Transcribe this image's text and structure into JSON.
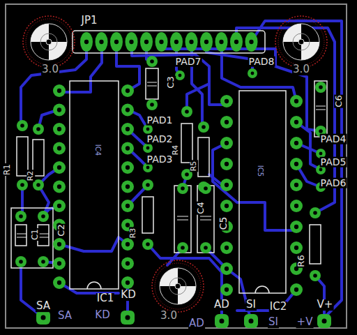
{
  "diagram": {
    "labels": [
      "JP1",
      "3.0",
      "3.0",
      "PAD7",
      "PAD8",
      "C3",
      "C6",
      "PAD1",
      "PAD2",
      "PAD3",
      "PAD4",
      "PAD5",
      "PAD6",
      "IC4",
      "IC5",
      "R1",
      "R2",
      "R4",
      "R5",
      "C1",
      "C2",
      "R3",
      "C4",
      "C5",
      "R6",
      "SA",
      "IC1",
      "KD",
      "AD",
      "IC2",
      "SI",
      "V+",
      "SA",
      "KD",
      "3.0",
      "AD",
      "SI",
      "+V"
    ]
  }
}
